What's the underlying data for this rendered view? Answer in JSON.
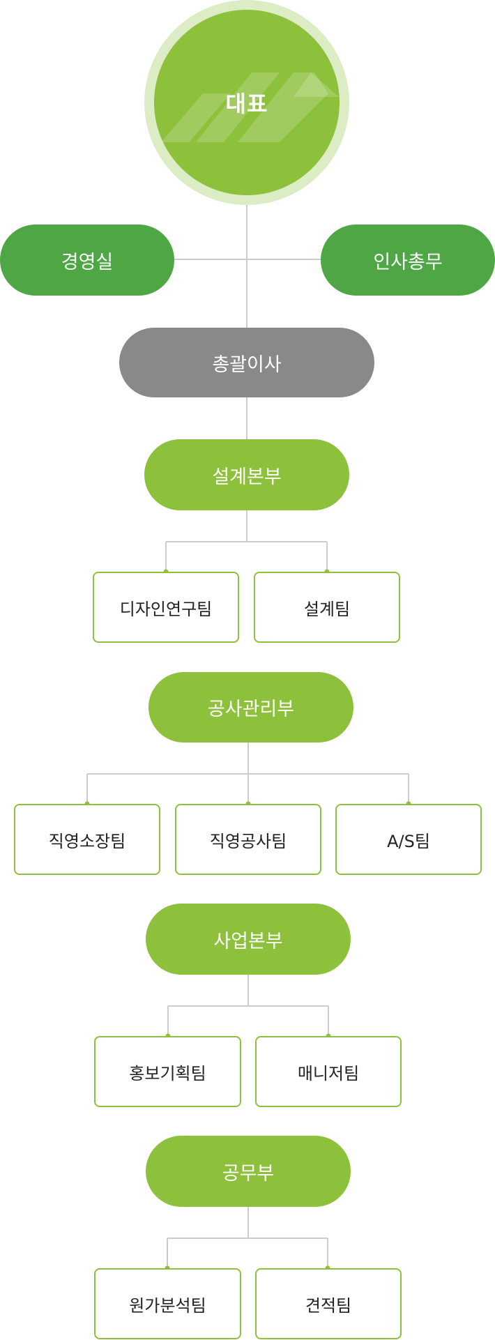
{
  "ceo": {
    "label": "대표"
  },
  "top_row": {
    "left": "경영실",
    "right": "인사총무"
  },
  "general_director": {
    "label": "총괄이사"
  },
  "divisions": [
    {
      "label": "설계본부",
      "teams": [
        "디자인연구팀",
        "설계팀"
      ]
    },
    {
      "label": "공사관리부",
      "teams": [
        "직영소장팀",
        "직영공사팀",
        "A/S팀"
      ]
    },
    {
      "label": "사업본부",
      "teams": [
        "홍보기획팀",
        "매니저팀"
      ]
    },
    {
      "label": "공무부",
      "teams": [
        "원가분석팀",
        "견적팀"
      ]
    }
  ],
  "colors": {
    "dark_green": "#4ea744",
    "light_green": "#8dc03b",
    "gray": "#898989",
    "ring": "#dcedc6",
    "connector": "#cccccc"
  }
}
